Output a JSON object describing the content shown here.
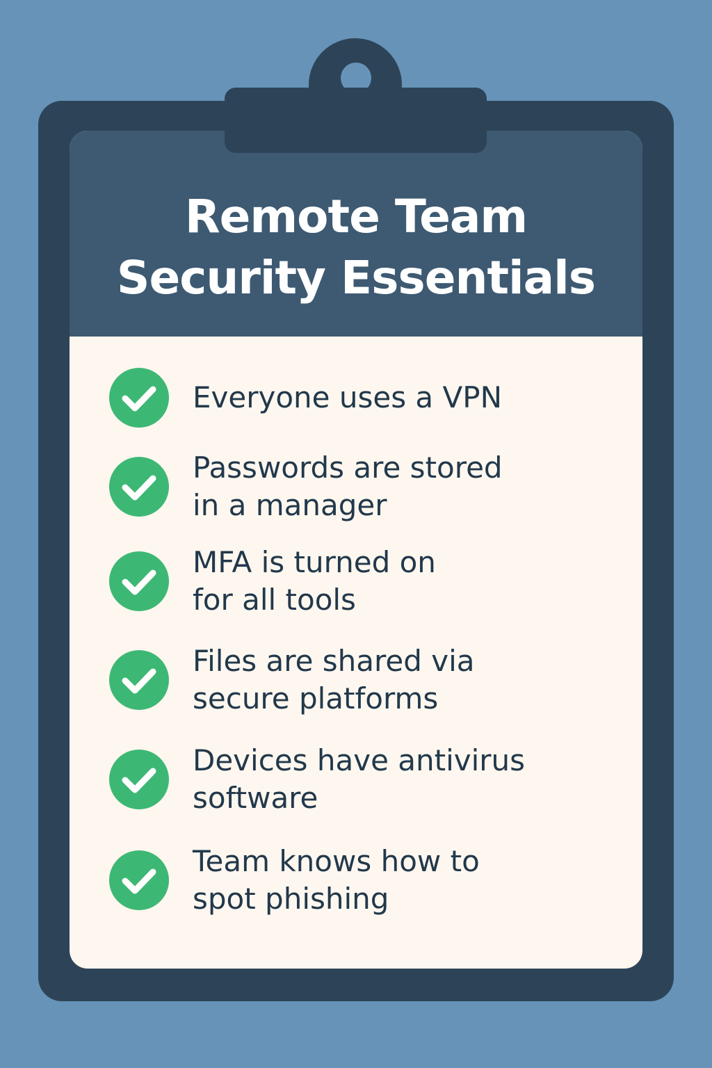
{
  "title": {
    "line1": "Remote Team",
    "line2": "Security Essentials"
  },
  "checklist": [
    {
      "text": "Everyone uses a VPN",
      "icon": "check-circle-icon"
    },
    {
      "text": "Passwords are stored\nin a manager",
      "icon": "check-circle-icon"
    },
    {
      "text": "MFA is turned on\nfor all tools",
      "icon": "check-circle-icon"
    },
    {
      "text": "Files are shared via\nsecure platforms",
      "icon": "check-circle-icon"
    },
    {
      "text": "Devices have antivirus\nsoftware",
      "icon": "check-circle-icon"
    },
    {
      "text": "Team knows how to\nspot phishing",
      "icon": "check-circle-icon"
    }
  ],
  "colors": {
    "background": "#6793b8",
    "clipboard": "#2d4458",
    "header": "#3e5a72",
    "paper": "#fdf7ef",
    "check": "#3db874",
    "text": "#22384b"
  }
}
